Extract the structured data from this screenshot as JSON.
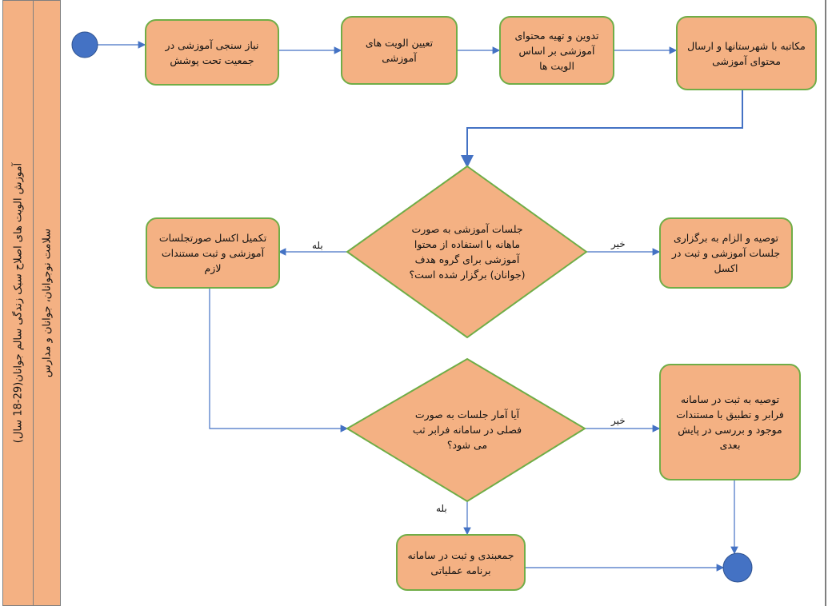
{
  "lanes": {
    "outer": "آموزش الویت های اصلاح سبک زندگی سالم جوانان(29-18 سال)",
    "inner": "سلامت نوجوانان، جوانان و مدارس"
  },
  "steps": {
    "s1": "نیاز سنجی آموزشی در جمعیت تحت پوشش",
    "s2": "تعیین الویت های آموزشی",
    "s3": "تدوین و تهیه محتوای آموزشی بر اساس الویت ها",
    "s4": "مکاتبه با شهرستانها و ارسال محتوای آموزشی",
    "d1": "جلسات آموزشی به صورت ماهانه با استفاده از محتوا آموزشی برای گروه هدف (جوانان) برگزار شده است؟",
    "yes1": "تکمیل اکسل صورتجلسات آموزشی و ثبت مستندات لازم",
    "no1": "توصیه و الزام به برگزاری جلسات آموزشی و ثبت در اکسل",
    "d2": "آیا آمار جلسات به صورت فصلی در سامانه فرابر ثب می شود؟",
    "no2": "توصیه به ثبت در سامانه فرابر و تطبیق با مستندات موجود و بررسی در پایش بعدی",
    "yes2": "جمعبندی و ثبت در سامانه برنامه عملیاتی"
  },
  "labels": {
    "yes": "بله",
    "no": "خیر"
  },
  "colors": {
    "fill": "#F4B183",
    "border": "#70AD47",
    "line": "#4472C4"
  }
}
